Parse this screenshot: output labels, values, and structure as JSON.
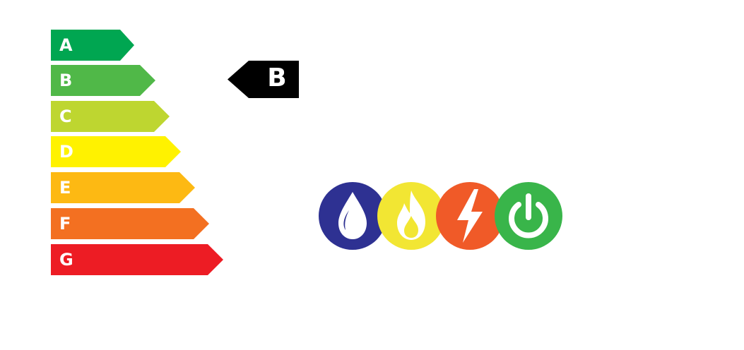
{
  "rating_scale": {
    "bands": [
      {
        "label": "A",
        "color": "#00a651"
      },
      {
        "label": "B",
        "color": "#50b848"
      },
      {
        "label": "C",
        "color": "#bed630"
      },
      {
        "label": "D",
        "color": "#fff200"
      },
      {
        "label": "E",
        "color": "#fdb913"
      },
      {
        "label": "F",
        "color": "#f37021"
      },
      {
        "label": "G",
        "color": "#ed1c24"
      }
    ]
  },
  "current_rating": {
    "label": "B",
    "color": "#000000"
  },
  "utility_icons": [
    {
      "name": "water-drop-icon",
      "color": "#2e3192"
    },
    {
      "name": "flame-icon",
      "color": "#f2e633"
    },
    {
      "name": "lightning-icon",
      "color": "#f05a28"
    },
    {
      "name": "power-icon",
      "color": "#39b54a"
    }
  ]
}
